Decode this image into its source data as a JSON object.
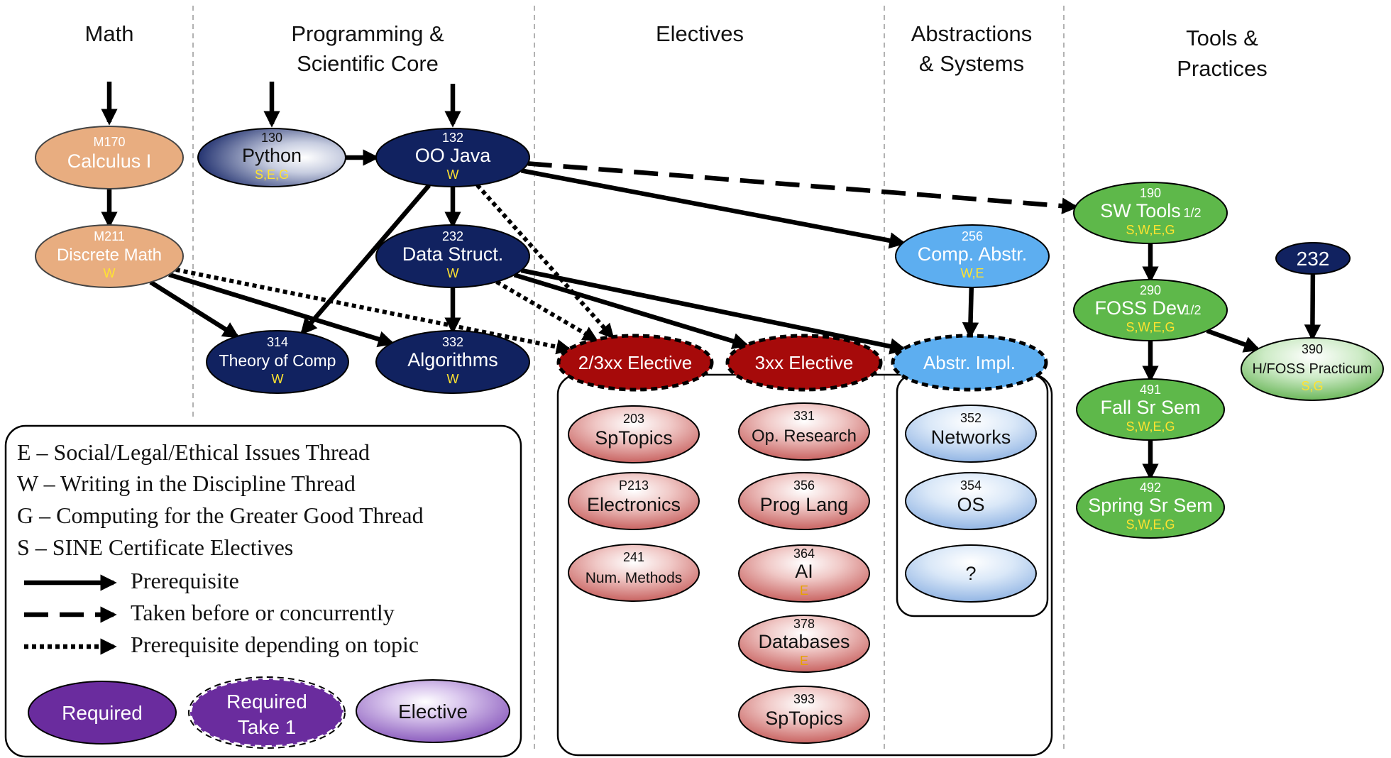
{
  "columns": [
    {
      "id": "math",
      "lines": [
        "Math"
      ]
    },
    {
      "id": "prog",
      "lines": [
        "Programming &",
        "Scientific Core"
      ]
    },
    {
      "id": "elect",
      "lines": [
        "Electives"
      ]
    },
    {
      "id": "abs",
      "lines": [
        "Abstractions",
        "& Systems"
      ]
    },
    {
      "id": "tools",
      "lines": [
        "Tools &",
        "Practices"
      ]
    }
  ],
  "colors": {
    "orange": "#E8AD80",
    "navy": "#112260",
    "red": "#A60A0A",
    "green": "#5EB84A",
    "blue": "#5DAEF0",
    "purple": "#6A2C9E",
    "yellow": "#FFE330"
  },
  "courses": [
    {
      "id": "calc1",
      "num": "M170",
      "name": "Calculus I",
      "threads": "",
      "style": "orange"
    },
    {
      "id": "discrete",
      "num": "M211",
      "name": "Discrete Math",
      "threads": "W",
      "style": "orange"
    },
    {
      "id": "python",
      "num": "130",
      "name": "Python",
      "threads": "S,E,G",
      "style": "navygrad"
    },
    {
      "id": "oojava",
      "num": "132",
      "name": "OO Java",
      "threads": "W",
      "style": "navy"
    },
    {
      "id": "datastruct",
      "num": "232",
      "name": "Data Struct.",
      "threads": "W",
      "style": "navy"
    },
    {
      "id": "theory",
      "num": "314",
      "name": "Theory of Comp",
      "threads": "W",
      "style": "navy"
    },
    {
      "id": "algorithms",
      "num": "332",
      "name": "Algorithms",
      "threads": "W",
      "style": "navy"
    },
    {
      "id": "elective23",
      "num": "",
      "name": "2/3xx Elective",
      "threads": "",
      "style": "redreq"
    },
    {
      "id": "elective3",
      "num": "",
      "name": "3xx Elective",
      "threads": "",
      "style": "redreq"
    },
    {
      "id": "abstrimpl",
      "num": "",
      "name": "Abstr. Impl.",
      "threads": "",
      "style": "bluereq"
    },
    {
      "id": "compabstr",
      "num": "256",
      "name": "Comp. Abstr.",
      "threads": "W,E",
      "style": "blue"
    },
    {
      "id": "swtools",
      "num": "190",
      "name": "SW Tools",
      "sub": "1/2",
      "threads": "S,W,E,G",
      "style": "green"
    },
    {
      "id": "fossdev",
      "num": "290",
      "name": "FOSS Dev",
      "sub": "1/2",
      "threads": "S,W,E,G",
      "style": "green"
    },
    {
      "id": "fallsr",
      "num": "491",
      "name": "Fall Sr Sem",
      "threads": "S,W,E,G",
      "style": "green"
    },
    {
      "id": "springsr",
      "num": "492",
      "name": "Spring Sr Sem",
      "threads": "S,W,E,G",
      "style": "green"
    },
    {
      "id": "hfoss",
      "num": "390",
      "name": "H/FOSS Practicum",
      "threads": "S,G",
      "style": "greengrad"
    },
    {
      "id": "ds232",
      "num": "",
      "name": "232",
      "threads": "",
      "style": "navy"
    },
    {
      "id": "sptopics203",
      "num": "203",
      "name": "SpTopics",
      "threads": "",
      "style": "redgrad"
    },
    {
      "id": "electronics",
      "num": "P213",
      "name": "Electronics",
      "threads": "",
      "style": "redgrad"
    },
    {
      "id": "nummethods",
      "num": "241",
      "name": "Num. Methods",
      "threads": "",
      "style": "redgrad"
    },
    {
      "id": "opresearch",
      "num": "331",
      "name": "Op. Research",
      "threads": "",
      "style": "redgrad"
    },
    {
      "id": "proglang",
      "num": "356",
      "name": "Prog Lang",
      "threads": "",
      "style": "redgrad"
    },
    {
      "id": "ai",
      "num": "364",
      "name": "AI",
      "threads": "E",
      "style": "redgrad"
    },
    {
      "id": "databases",
      "num": "378",
      "name": "Databases",
      "threads": "E",
      "style": "redgrad"
    },
    {
      "id": "sptopics393",
      "num": "393",
      "name": "SpTopics",
      "threads": "",
      "style": "redgrad"
    },
    {
      "id": "networks",
      "num": "352",
      "name": "Networks",
      "threads": "",
      "style": "bluegrad"
    },
    {
      "id": "os",
      "num": "354",
      "name": "OS",
      "threads": "",
      "style": "bluegrad"
    },
    {
      "id": "unknown",
      "num": "",
      "name": "?",
      "threads": "",
      "style": "bluegrad"
    }
  ],
  "edges": [
    {
      "from": "calc1",
      "to": "discrete",
      "type": "prerequisite"
    },
    {
      "from": "python",
      "to": "oojava",
      "type": "prerequisite"
    },
    {
      "from": "oojava",
      "to": "datastruct",
      "type": "prerequisite"
    },
    {
      "from": "oojava",
      "to": "theory",
      "type": "prerequisite"
    },
    {
      "from": "oojava",
      "to": "compabstr",
      "type": "prerequisite"
    },
    {
      "from": "oojava",
      "to": "swtools",
      "type": "concurrent"
    },
    {
      "from": "oojava",
      "to": "elective23",
      "type": "topic"
    },
    {
      "from": "datastruct",
      "to": "algorithms",
      "type": "prerequisite"
    },
    {
      "from": "datastruct",
      "to": "elective3",
      "type": "prerequisite"
    },
    {
      "from": "datastruct",
      "to": "abstrimpl",
      "type": "prerequisite"
    },
    {
      "from": "datastruct",
      "to": "elective23",
      "type": "topic"
    },
    {
      "from": "discrete",
      "to": "theory",
      "type": "prerequisite"
    },
    {
      "from": "discrete",
      "to": "algorithms",
      "type": "prerequisite"
    },
    {
      "from": "discrete",
      "to": "elective23",
      "type": "topic"
    },
    {
      "from": "compabstr",
      "to": "abstrimpl",
      "type": "prerequisite"
    },
    {
      "from": "swtools",
      "to": "fossdev",
      "type": "prerequisite"
    },
    {
      "from": "fossdev",
      "to": "fallsr",
      "type": "prerequisite"
    },
    {
      "from": "fossdev",
      "to": "hfoss",
      "type": "prerequisite"
    },
    {
      "from": "fallsr",
      "to": "springsr",
      "type": "prerequisite"
    },
    {
      "from": "ds232",
      "to": "hfoss",
      "type": "prerequisite"
    }
  ],
  "legend": {
    "threads": [
      "E – Social/Legal/Ethical Issues Thread",
      "W – Writing in the Discipline Thread",
      "G – Computing for the Greater Good Thread",
      "S – SINE Certificate Electives"
    ],
    "arrows": [
      {
        "type": "prerequisite",
        "label": "Prerequisite"
      },
      {
        "type": "concurrent",
        "label": "Taken before or concurrently"
      },
      {
        "type": "topic",
        "label": "Prerequisite depending on topic"
      }
    ],
    "shapes": [
      {
        "style": "required",
        "lines": [
          "Required"
        ]
      },
      {
        "style": "requiredtake1",
        "lines": [
          "Required",
          "Take 1"
        ]
      },
      {
        "style": "elective",
        "lines": [
          "Elective"
        ]
      }
    ]
  }
}
